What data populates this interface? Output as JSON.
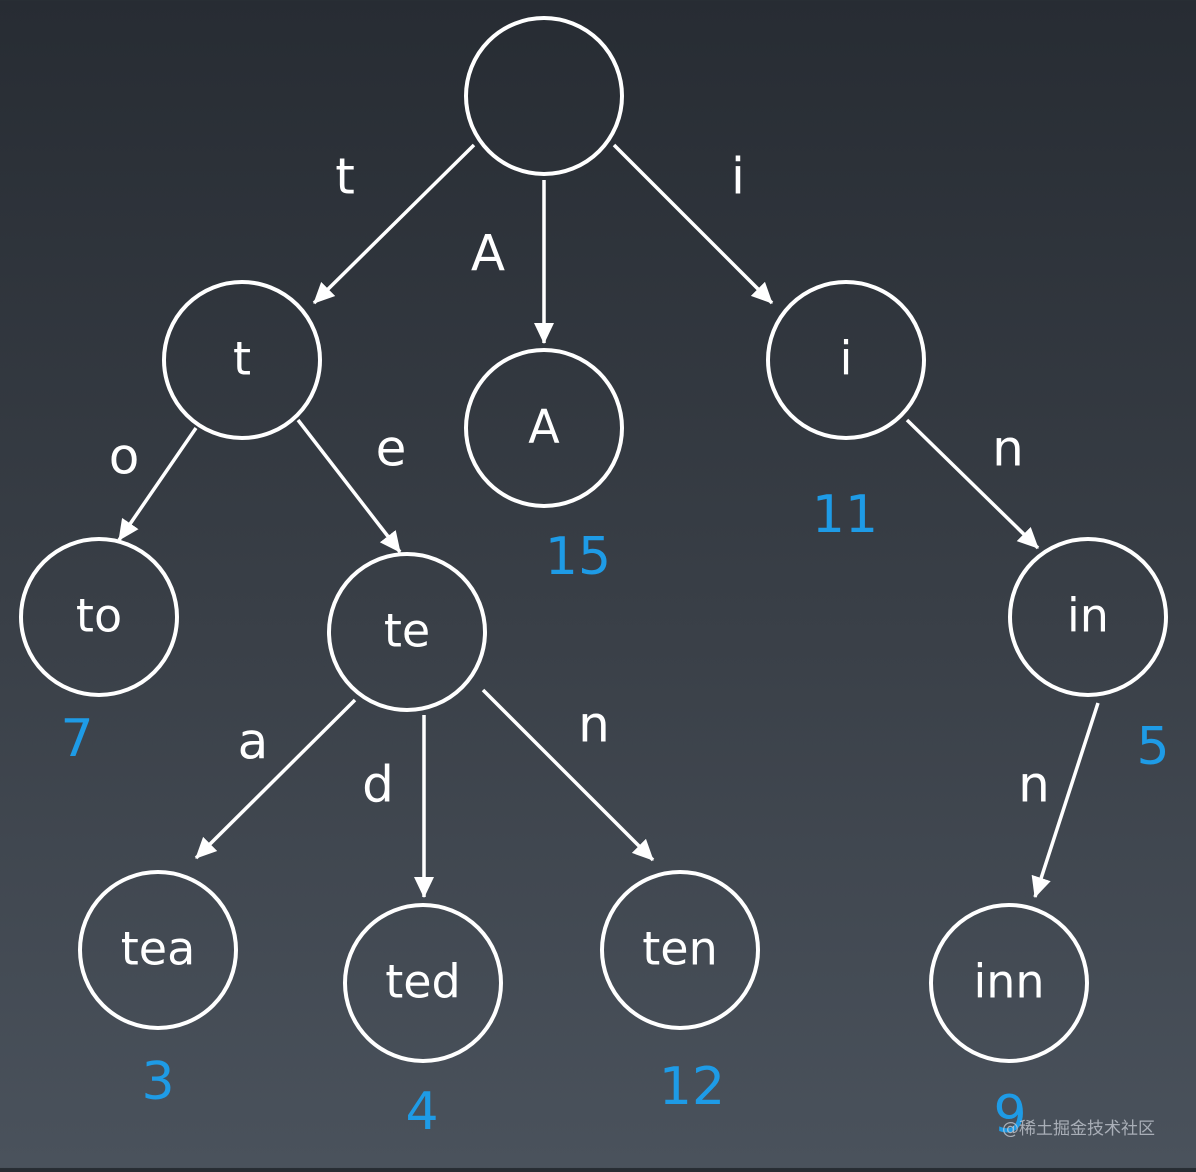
{
  "colors": {
    "edge": "#ffffff",
    "node": "#ffffff",
    "value": "#1e9be6"
  },
  "watermark": "@稀土掘金技术社区",
  "nodes": [
    {
      "id": "root",
      "label": ""
    },
    {
      "id": "t",
      "label": "t"
    },
    {
      "id": "A",
      "label": "A",
      "value": "15"
    },
    {
      "id": "i",
      "label": "i",
      "value": "11"
    },
    {
      "id": "to",
      "label": "to",
      "value": "7"
    },
    {
      "id": "te",
      "label": "te"
    },
    {
      "id": "in",
      "label": "in",
      "value": "5"
    },
    {
      "id": "tea",
      "label": "tea",
      "value": "3"
    },
    {
      "id": "ted",
      "label": "ted",
      "value": "4"
    },
    {
      "id": "ten",
      "label": "ten",
      "value": "12"
    },
    {
      "id": "inn",
      "label": "inn",
      "value": "9"
    }
  ],
  "edges": [
    {
      "from": "root",
      "to": "t",
      "label": "t"
    },
    {
      "from": "root",
      "to": "A",
      "label": "A"
    },
    {
      "from": "root",
      "to": "i",
      "label": "i"
    },
    {
      "from": "t",
      "to": "to",
      "label": "o"
    },
    {
      "from": "t",
      "to": "te",
      "label": "e"
    },
    {
      "from": "i",
      "to": "in",
      "label": "n"
    },
    {
      "from": "te",
      "to": "tea",
      "label": "a"
    },
    {
      "from": "te",
      "to": "ted",
      "label": "d"
    },
    {
      "from": "te",
      "to": "ten",
      "label": "n"
    },
    {
      "from": "in",
      "to": "inn",
      "label": "n"
    }
  ]
}
